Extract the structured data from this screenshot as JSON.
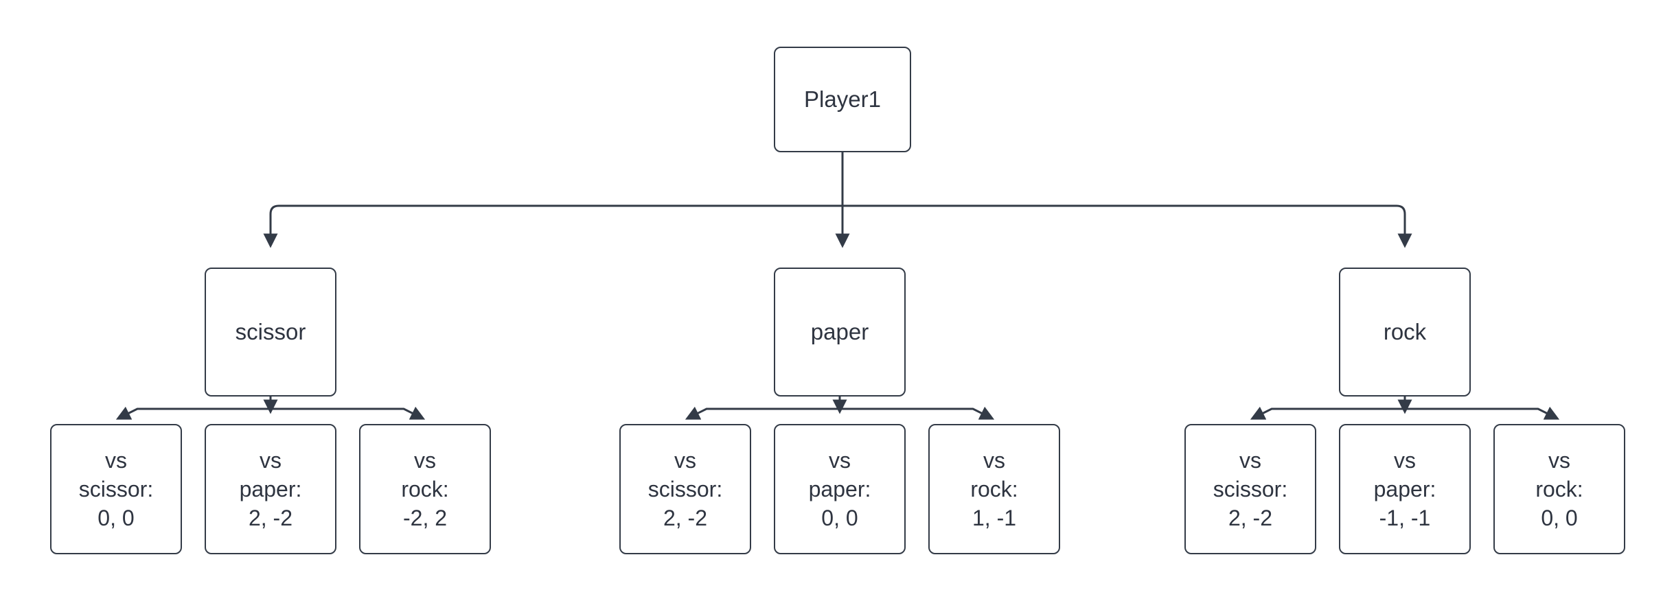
{
  "diagram": {
    "type": "game-tree-flowchart",
    "orientation": "top-down",
    "background_color": "#ffffff",
    "node_border_color": "#333b47",
    "node_fill_color": "#ffffff",
    "edge_color": "#333b47",
    "text_color": "#2e3440",
    "root": {
      "label": "Player1"
    },
    "branches": [
      {
        "label": "scissor",
        "leaves": [
          {
            "label": "vs\nscissor:\n0, 0",
            "opponent": "scissor",
            "payoff": "0, 0"
          },
          {
            "label": "vs\npaper:\n2, -2",
            "opponent": "paper",
            "payoff": "2, -2"
          },
          {
            "label": "vs\nrock:\n-2, 2",
            "opponent": "rock",
            "payoff": "-2, 2"
          }
        ]
      },
      {
        "label": "paper",
        "leaves": [
          {
            "label": "vs\nscissor:\n2, -2",
            "opponent": "scissor",
            "payoff": "2, -2"
          },
          {
            "label": "vs\npaper:\n0, 0",
            "opponent": "paper",
            "payoff": "0, 0"
          },
          {
            "label": "vs\nrock:\n1, -1",
            "opponent": "rock",
            "payoff": "1, -1"
          }
        ]
      },
      {
        "label": "rock",
        "leaves": [
          {
            "label": "vs\nscissor:\n2, -2",
            "opponent": "scissor",
            "payoff": "2, -2"
          },
          {
            "label": "vs\npaper:\n-1, -1",
            "opponent": "paper",
            "payoff": "-1, -1"
          },
          {
            "label": "vs\nrock:\n0, 0",
            "opponent": "rock",
            "payoff": "0, 0"
          }
        ]
      }
    ]
  }
}
